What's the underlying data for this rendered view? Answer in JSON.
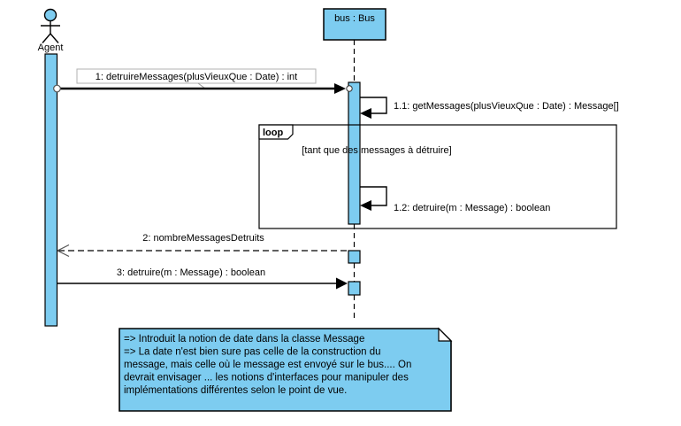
{
  "diagram": {
    "title": "UML sequence diagram",
    "actor": {
      "name": "Agent"
    },
    "object": {
      "name": "bus : Bus"
    },
    "messages": {
      "m1": "1: detruireMessages(plusVieuxQue : Date) : int",
      "m1_1": "1.1: getMessages(plusVieuxQue : Date) : Message[]",
      "m1_2": "1.2: detruire(m : Message) : boolean",
      "m2": "2: nombreMessagesDetruits",
      "m3": "3: detruire(m : Message) : boolean"
    },
    "loop": {
      "operator": "loop",
      "guard": "[tant que des messages à détruire]"
    },
    "note": {
      "lines": [
        "=> Introduit la notion de date dans la classe Message",
        "=> La date n'est bien sure pas celle de la construction du",
        "message, mais celle où le message est envoyé sur le bus.... On",
        "devrait envisager ... les notions d'interfaces pour manipuler des",
        "implémentations différentes selon le point de vue."
      ]
    },
    "colors": {
      "shape_fill": "#7dccf0",
      "line": "#000000",
      "label_box_border": "#b0b0b0",
      "return_arrowhead": "#555555",
      "background": "#ffffff"
    }
  }
}
